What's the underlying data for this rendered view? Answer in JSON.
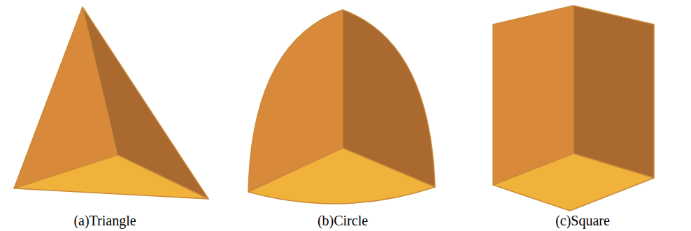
{
  "diagram": {
    "labels": [
      "(a)Triangle",
      "(b)Circle",
      "(c)Square"
    ]
  }
}
